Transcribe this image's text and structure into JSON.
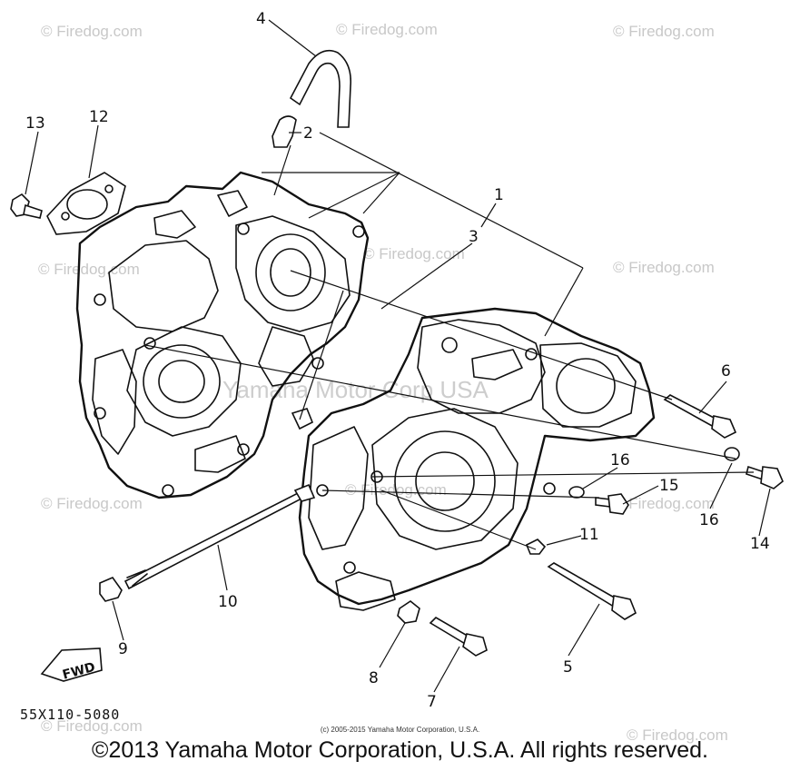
{
  "diagram_code": "55X110-5080",
  "small_copyright": "(c) 2005-2015 Yamaha Motor Corporation, U.S.A.",
  "copyright": "©2013 Yamaha Motor Corporation, U.S.A. All rights reserved.",
  "watermark": "© Firedog.com",
  "center_watermark": "Yamaha Motor Corp USA",
  "fwd_label": "FWD",
  "callouts": {
    "c1": "1",
    "c2": "2",
    "c3": "3",
    "c4": "4",
    "c5": "5",
    "c6": "6",
    "c7": "7",
    "c8": "8",
    "c9": "9",
    "c10": "10",
    "c11": "11",
    "c12": "12",
    "c13": "13",
    "c14": "14",
    "c15": "15",
    "c16a": "16",
    "c16b": "16"
  }
}
